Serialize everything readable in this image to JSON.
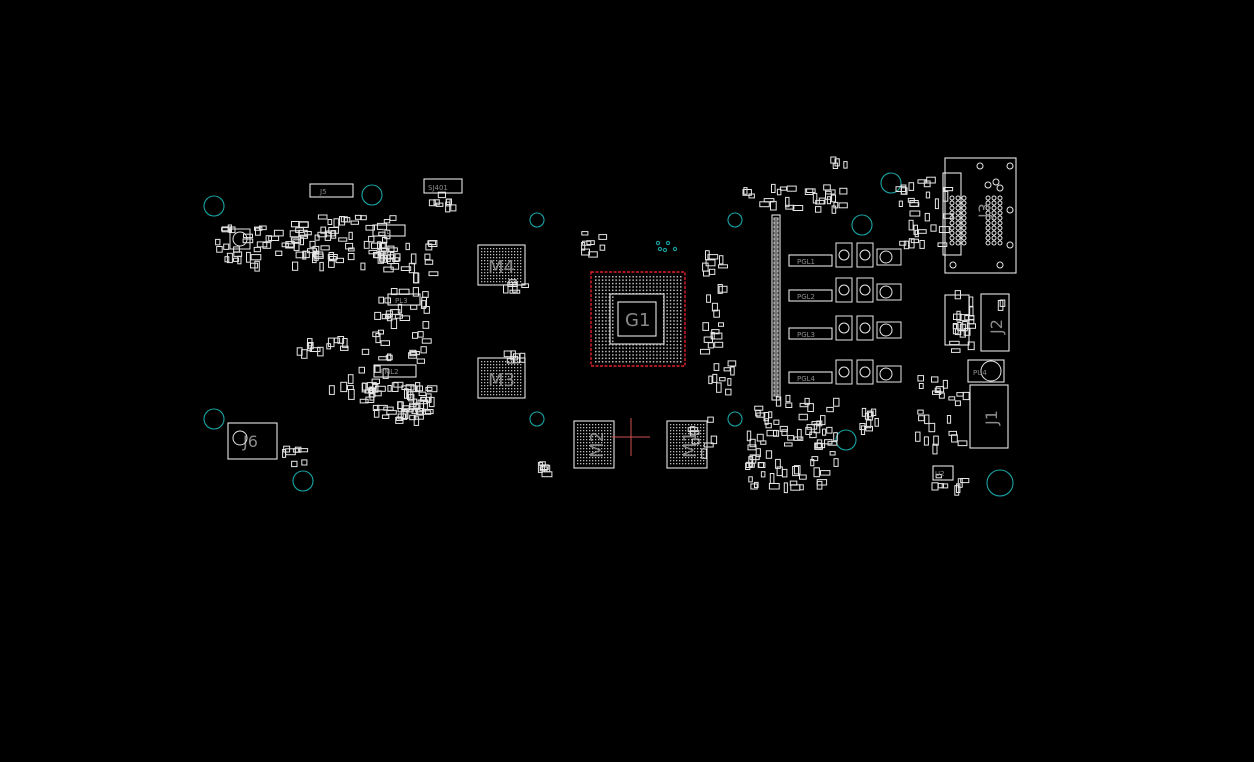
{
  "canvas": {
    "background": "#000000"
  },
  "colors": {
    "outline": "#e6e6e6",
    "label": "#8a8a8a",
    "mounting_hole": "#1aa3a3",
    "selection": "#e0202a",
    "crosshair": "#d05050"
  },
  "selection": {
    "designator": "G1"
  },
  "labels": {
    "G1": "G1",
    "M1": "M1",
    "M2": "M2",
    "M3": "M3",
    "M4": "M4",
    "J1": "J1",
    "J2": "J2",
    "J3": "J3",
    "J5": "J5",
    "J6": "J6",
    "PU4": "PU4",
    "U2": "U2",
    "SJ401": "SJ401",
    "PL": "PL",
    "PL3": "PL3",
    "PML2": "PML2",
    "PGL1": "PGL1",
    "PGL2": "PGL2",
    "PGL3": "PGL3",
    "PGL4": "PGL4"
  }
}
